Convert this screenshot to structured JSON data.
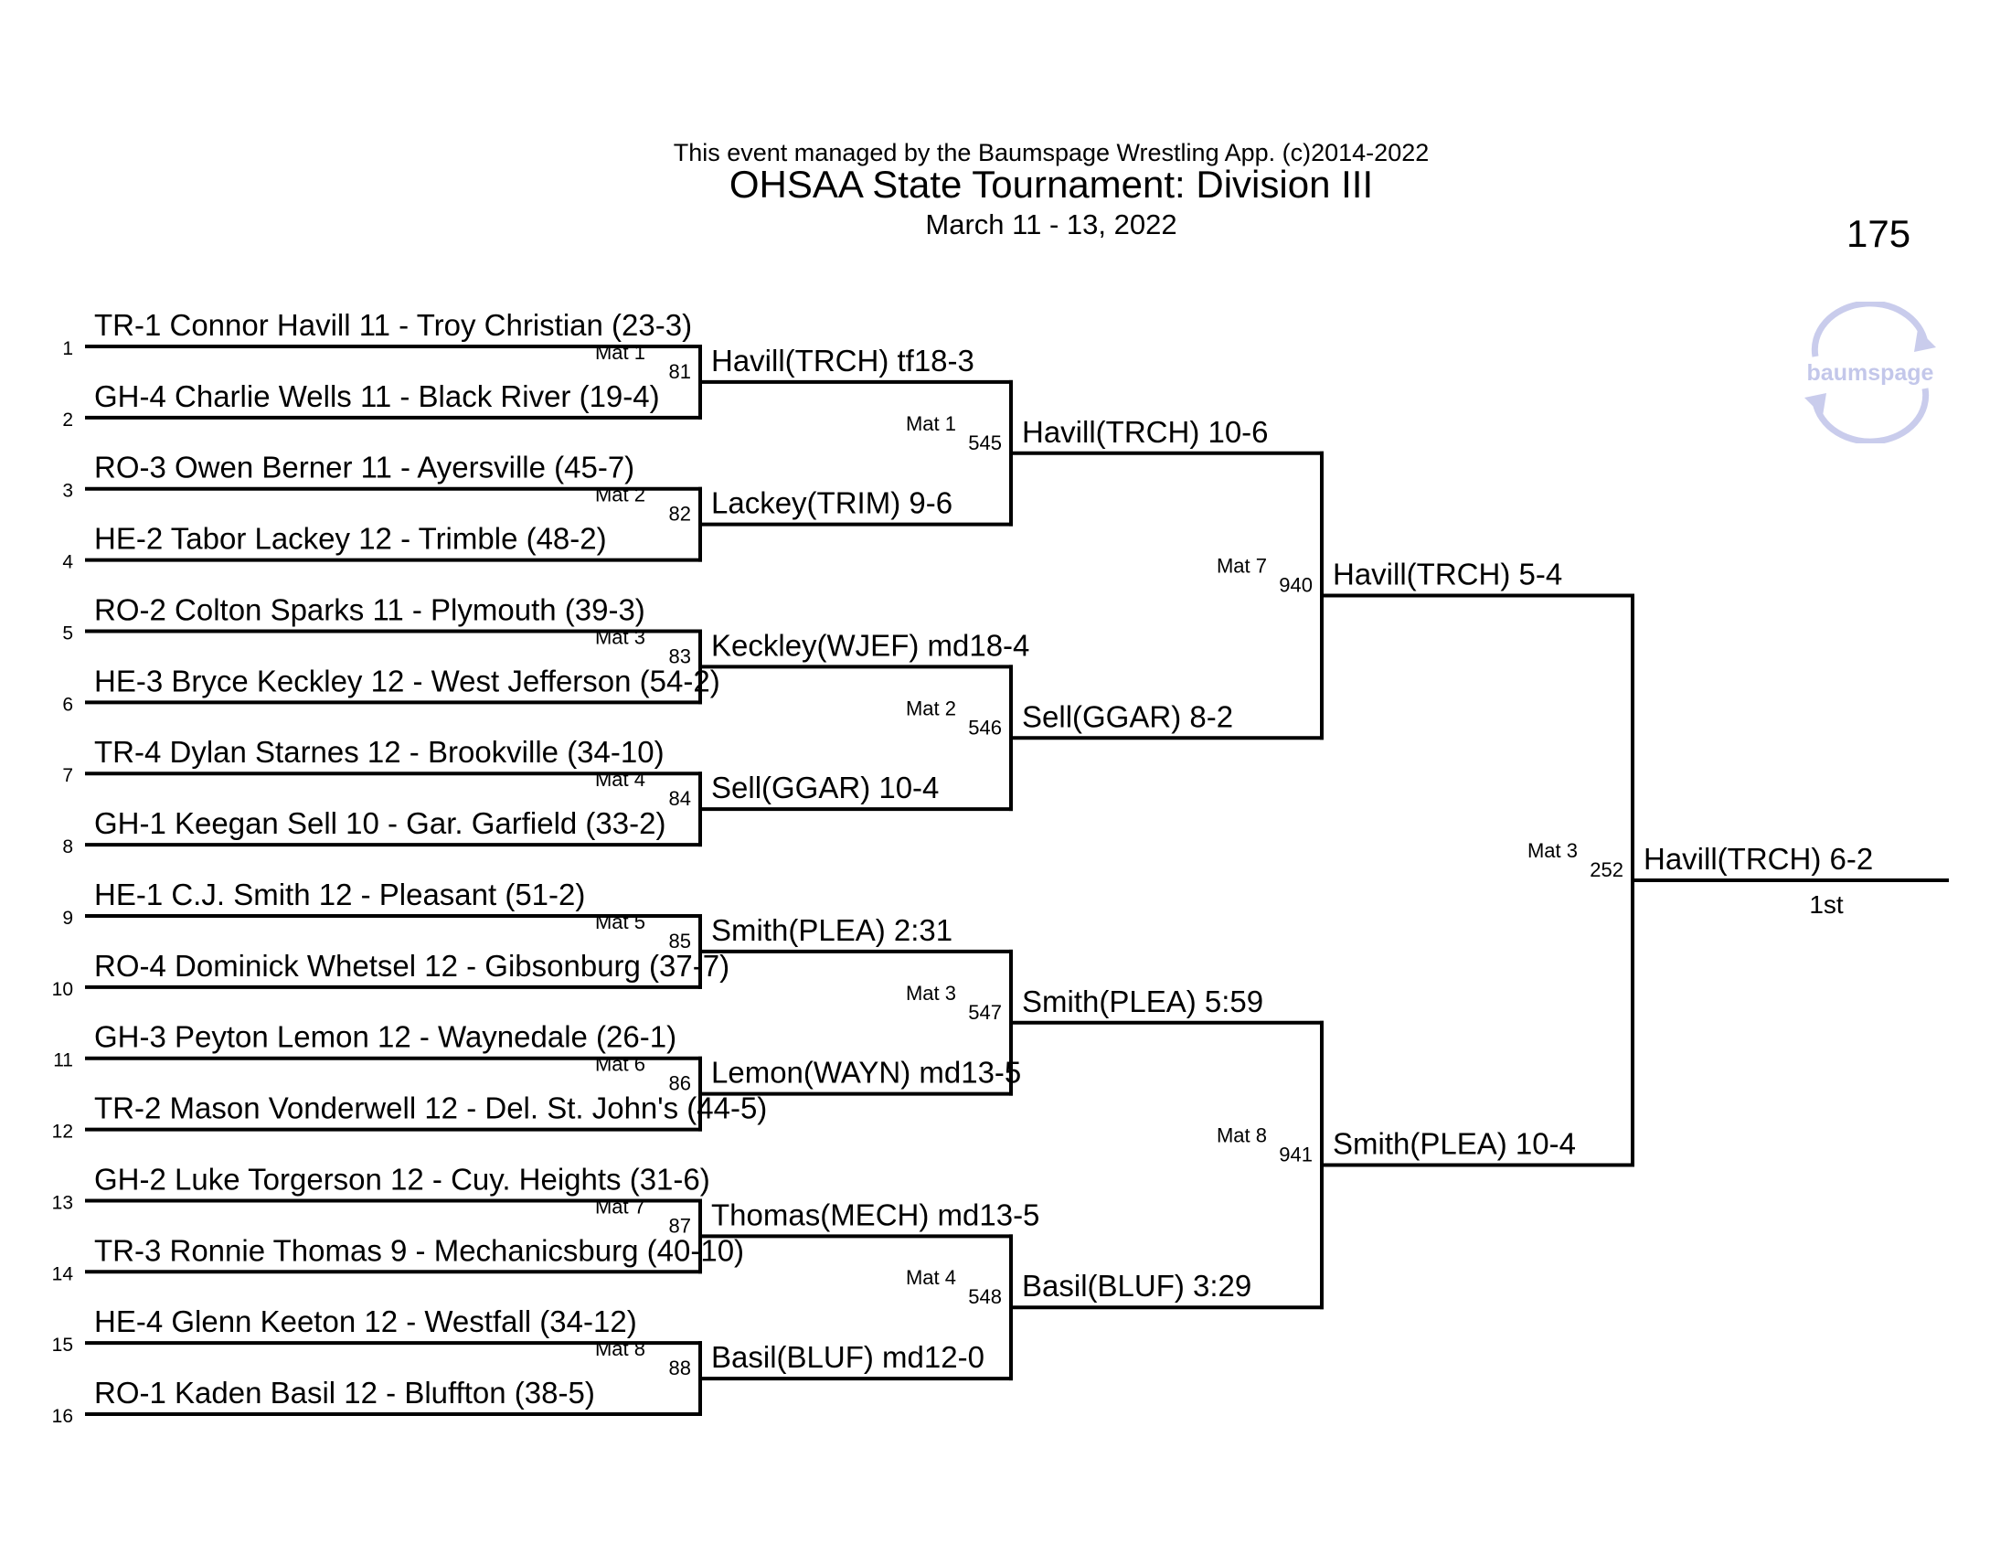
{
  "header": {
    "credit": "This event managed by the Baumspage Wrestling App. (c)2014-2022",
    "title": "OHSAA State Tournament: Division III",
    "dates": "March 11 - 13, 2022",
    "weight": "175"
  },
  "logo": {
    "text": "baumspage",
    "icon": "baumspage-logo-icon"
  },
  "wrestlers": [
    "TR-1 Connor Havill 11 - Troy Christian (23-3)",
    "GH-4 Charlie Wells 11 - Black River (19-4)",
    "RO-3 Owen Berner 11 - Ayersville (45-7)",
    "HE-2 Tabor Lackey 12 - Trimble (48-2)",
    "RO-2 Colton Sparks 11 - Plymouth (39-3)",
    "HE-3 Bryce Keckley 12 - West Jefferson (54-2)",
    "TR-4 Dylan Starnes 12 - Brookville (34-10)",
    "GH-1 Keegan Sell 10 - Gar. Garfield (33-2)",
    "HE-1 C.J. Smith 12 - Pleasant (51-2)",
    "RO-4 Dominick Whetsel 12 - Gibsonburg (37-7)",
    "GH-3 Peyton Lemon 12 - Waynedale (26-1)",
    "TR-2 Mason Vonderwell 12 - Del. St. John's (44-5)",
    "GH-2 Luke Torgerson 12 - Cuy. Heights (31-6)",
    "TR-3 Ronnie Thomas 9 - Mechanicsburg (40-10)",
    "HE-4 Glenn Keeton 12 - Westfall (34-12)",
    "RO-1 Kaden Basil 12 - Bluffton (38-5)"
  ],
  "line_numbers": [
    "1",
    "2",
    "3",
    "4",
    "5",
    "6",
    "7",
    "8",
    "9",
    "10",
    "11",
    "12",
    "13",
    "14",
    "15",
    "16"
  ],
  "rounds": [
    [
      {
        "mat": "Mat 1",
        "bout": "81",
        "result": "Havill(TRCH) tf18-3"
      },
      {
        "mat": "Mat 2",
        "bout": "82",
        "result": "Lackey(TRIM) 9-6"
      },
      {
        "mat": "Mat 3",
        "bout": "83",
        "result": "Keckley(WJEF) md18-4"
      },
      {
        "mat": "Mat 4",
        "bout": "84",
        "result": "Sell(GGAR) 10-4"
      },
      {
        "mat": "Mat 5",
        "bout": "85",
        "result": "Smith(PLEA) 2:31"
      },
      {
        "mat": "Mat 6",
        "bout": "86",
        "result": "Lemon(WAYN) md13-5"
      },
      {
        "mat": "Mat 7",
        "bout": "87",
        "result": "Thomas(MECH) md13-5"
      },
      {
        "mat": "Mat 8",
        "bout": "88",
        "result": "Basil(BLUF) md12-0"
      }
    ],
    [
      {
        "mat": "Mat 1",
        "bout": "545",
        "result": "Havill(TRCH) 10-6"
      },
      {
        "mat": "Mat 2",
        "bout": "546",
        "result": "Sell(GGAR) 8-2"
      },
      {
        "mat": "Mat 3",
        "bout": "547",
        "result": "Smith(PLEA) 5:59"
      },
      {
        "mat": "Mat 4",
        "bout": "548",
        "result": "Basil(BLUF) 3:29"
      }
    ],
    [
      {
        "mat": "Mat 7",
        "bout": "940",
        "result": "Havill(TRCH) 5-4"
      },
      {
        "mat": "Mat 8",
        "bout": "941",
        "result": "Smith(PLEA) 10-4"
      }
    ],
    [
      {
        "mat": "Mat 3",
        "bout": "252",
        "result": "Havill(TRCH) 6-2"
      }
    ]
  ],
  "place_label": "1st"
}
